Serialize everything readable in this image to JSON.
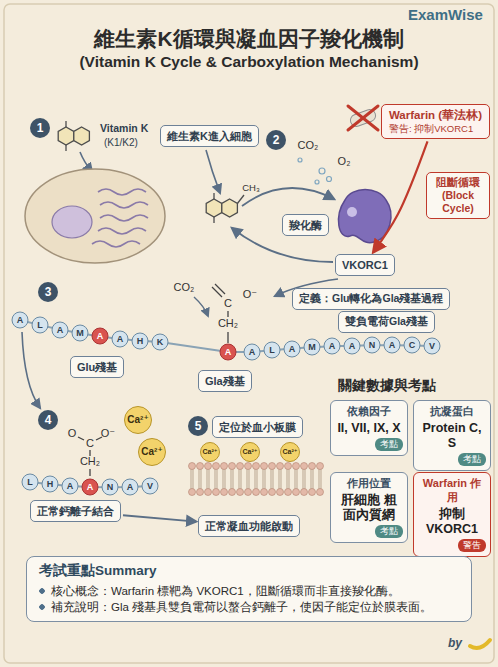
{
  "diagram": {
    "title": "維生素K循環與凝血因子羧化機制",
    "nodes": [
      {
        "text": [
          "維生素K進入細胞"
        ]
      },
      {
        "text": [
          "Warfarin (華法林)",
          "警告: 抑制VKORC1"
        ]
      },
      {
        "text": [
          "阻斷循環 (Block Cycle)"
        ]
      },
      {
        "text": [
          "羧化酶"
        ]
      },
      {
        "text": [
          "VKORC1"
        ]
      },
      {
        "text": [
          "定義：Glu轉化為Gla殘基過程"
        ]
      },
      {
        "text": [
          "雙負電荷Gla殘基"
        ]
      },
      {
        "text": [
          "Glu殘基"
        ]
      },
      {
        "text": [
          "Gla殘基"
        ]
      },
      {
        "text": [
          "依賴因子",
          "II, VII, IX, X",
          "考點"
        ]
      },
      {
        "text": [
          "抗凝蛋白",
          "Protein C, S",
          "考點"
        ]
      },
      {
        "text": [
          "作用位置",
          "肝細胞 粗面內質網",
          "考點"
        ]
      },
      {
        "text": [
          "Warfarin 作用",
          "抑制 VKORC1",
          "警告"
        ]
      },
      {
        "text": [
          "正常鈣離子結合"
        ]
      },
      {
        "text": [
          "定位於血小板膜"
        ]
      },
      {
        "text": [
          "正常凝血功能啟動"
        ]
      },
      {
        "text": [
          "考試重點Summary",
          "核心概念：Warfarin 標靶為 VKORC1，阻斷循環而非直接羧化酶。",
          "補充說明：Gla 殘基具雙負電荷以螯合鈣離子，使因子能定位於膜表面。"
        ]
      }
    ],
    "edges": [
      {
        "from": 1,
        "to": 4,
        "arrow": "to"
      },
      {
        "from": 13,
        "to": 15,
        "arrow": "to"
      }
    ],
    "labels": [
      "ExamWise",
      "(Vitamin K Cycle & Carboxylation Mechanism)",
      "1",
      "Vitamin K",
      "(K1/K2)",
      "2",
      "CO₂",
      "O₂",
      "CH₃",
      "3",
      "CO₂",
      "O⁻",
      "C",
      "CH₂",
      "A",
      "L",
      "A",
      "M",
      "A",
      "A",
      "H",
      "K",
      "A",
      "A",
      "L",
      "A",
      "M",
      "A",
      "A",
      "N",
      "A",
      "C",
      "V",
      "關鍵數據與考點",
      "4",
      "Ca²⁺",
      "Ca²⁺",
      "O",
      "C",
      "O⁻",
      "CH₂",
      "L",
      "H",
      "A",
      "A",
      "N",
      "A",
      "V",
      "5",
      "Ca²⁺",
      "Ca²⁺",
      "Ca²⁺",
      "by"
    ]
  }
}
